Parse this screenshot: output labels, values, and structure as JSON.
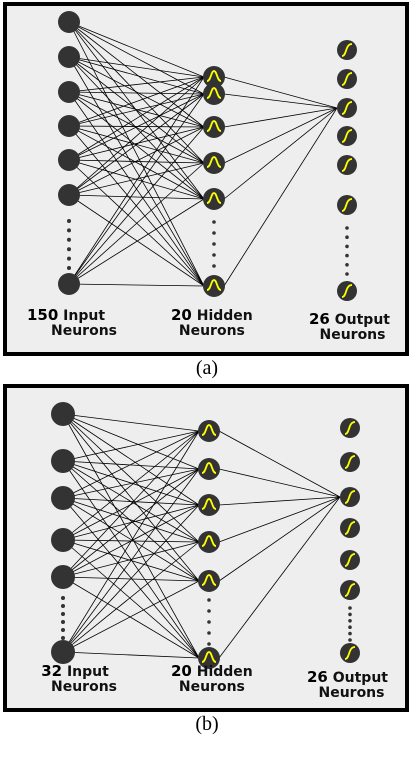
{
  "diagrams": [
    {
      "caption": "(a)",
      "input": {
        "count": "150",
        "label_line1": "Input",
        "label_line2": "Neurons"
      },
      "hidden": {
        "count": "20",
        "label_line1": "Hidden",
        "label_line2": "Neurons"
      },
      "output": {
        "count": "26",
        "label_line1": "Output",
        "label_line2": "Neurons"
      }
    },
    {
      "caption": "(b)",
      "input": {
        "count": "32",
        "label_line1": "Input",
        "label_line2": "Neurons"
      },
      "hidden": {
        "count": "20",
        "label_line1": "Hidden",
        "label_line2": "Neurons"
      },
      "output": {
        "count": "26",
        "label_line1": "Output",
        "label_line2": "Neurons"
      }
    }
  ],
  "colors": {
    "panel_background": "#eeeeee",
    "neuron": "#333333",
    "activation_curve": "#ffff00",
    "connection": "#000000"
  },
  "icons": {
    "hidden_activation": "gaussian-bump-icon",
    "output_activation": "sigmoid-s-icon"
  }
}
